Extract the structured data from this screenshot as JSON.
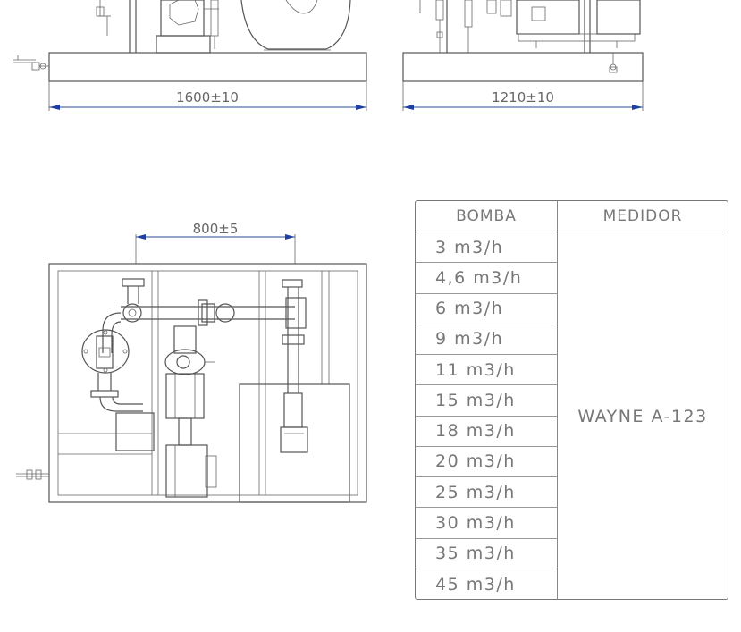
{
  "dimensions": {
    "front_width": "1600±10",
    "side_width": "1210±10",
    "plan_spacing": "800±5"
  },
  "table": {
    "headers": {
      "bomba": "BOMBA",
      "medidor": "MEDIDOR"
    },
    "bomba_rows": [
      "3  m3/h",
      "4,6  m3/h",
      "6  m3/h",
      "9  m3/h",
      "11  m3/h",
      "15  m3/h",
      "18  m3/h",
      "20  m3/h",
      "25  m3/h",
      "30  m3/h",
      "35  m3/h",
      "45  m3/h"
    ],
    "medidor_value": "WAYNE  A-123"
  },
  "colors": {
    "line": "#555555",
    "dimension_line": "#2a4a9a",
    "arrow": "#1e3fa0"
  }
}
